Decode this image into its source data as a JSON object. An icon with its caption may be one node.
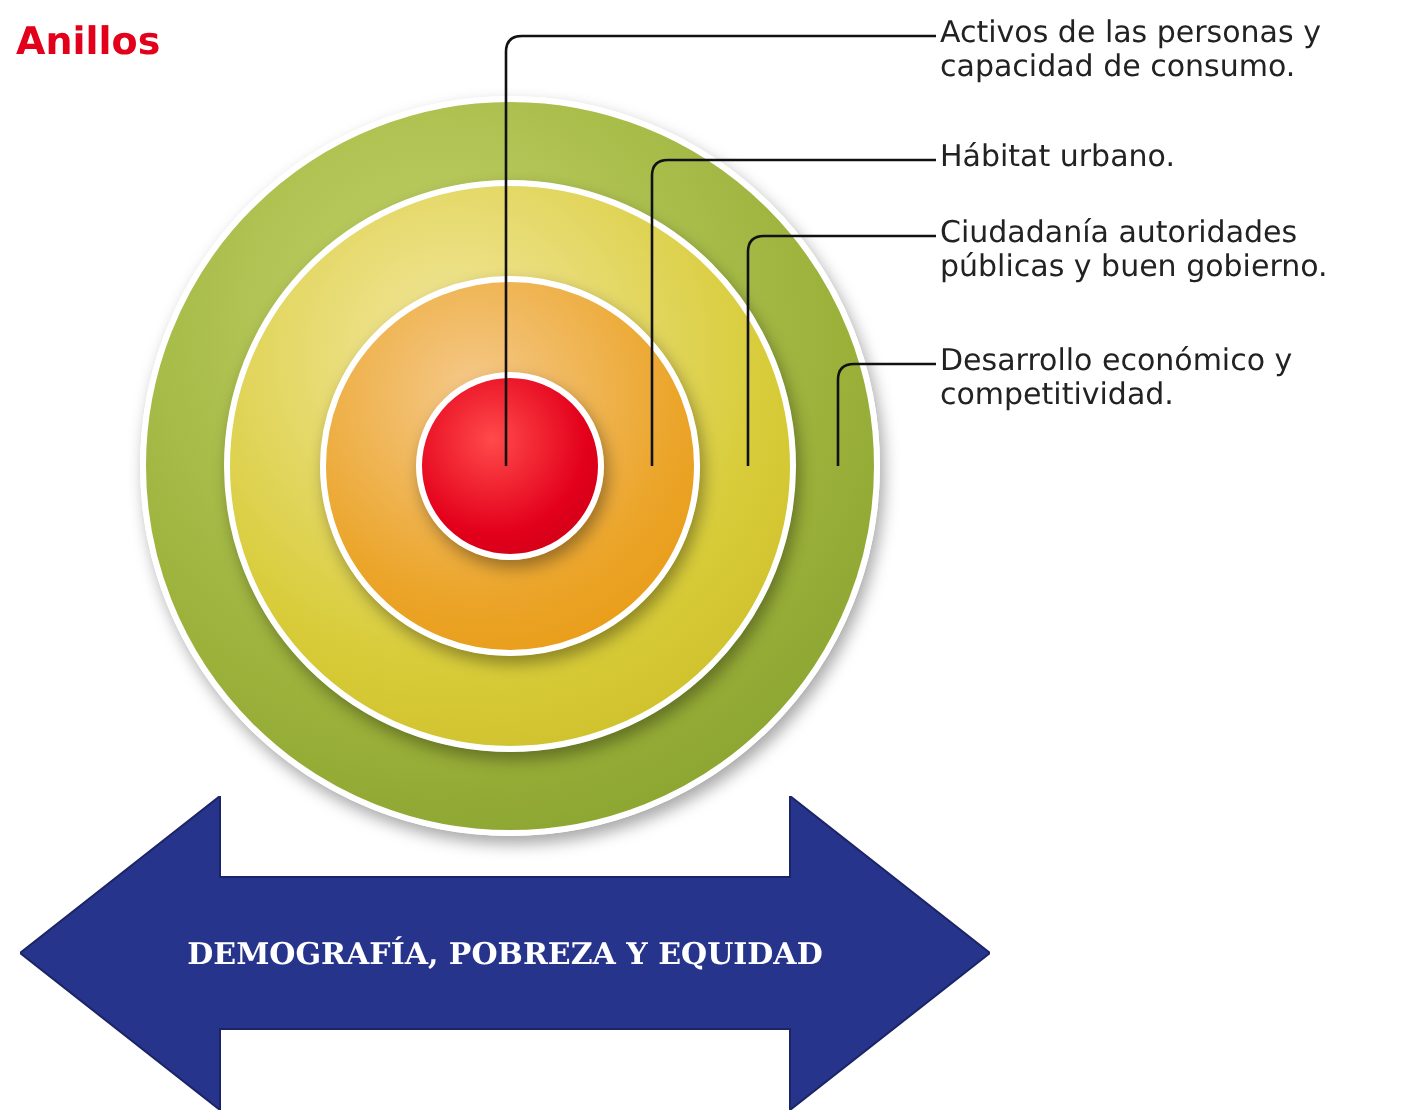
{
  "diagram": {
    "title": "Anillos",
    "nodes": [
      {
        "text": [
          "Activos de las personas y capacidad de consumo."
        ]
      },
      {
        "text": [
          "Hábitat urbano."
        ]
      },
      {
        "text": [
          "Ciudadanía autoridades públicas y buen gobierno."
        ]
      },
      {
        "text": [
          "Desarrollo económico y competitividad."
        ]
      },
      {
        "text": [],
        "shape": "circle"
      },
      {
        "text": [],
        "shape": "circle",
        "in": 4
      },
      {
        "text": [],
        "shape": "circle",
        "in": 5
      },
      {
        "text": [],
        "shape": "circle",
        "in": 6
      },
      {
        "text": [
          "DEMOGRAFÍA, POBREZA Y EQUIDAD"
        ]
      }
    ],
    "edges": [
      {
        "from": 0,
        "to": 7,
        "arrow": "none"
      },
      {
        "from": 1,
        "to": 6,
        "arrow": "none"
      },
      {
        "from": 2,
        "to": 5,
        "arrow": "none"
      },
      {
        "from": 3,
        "to": 4,
        "arrow": "none"
      }
    ]
  }
}
